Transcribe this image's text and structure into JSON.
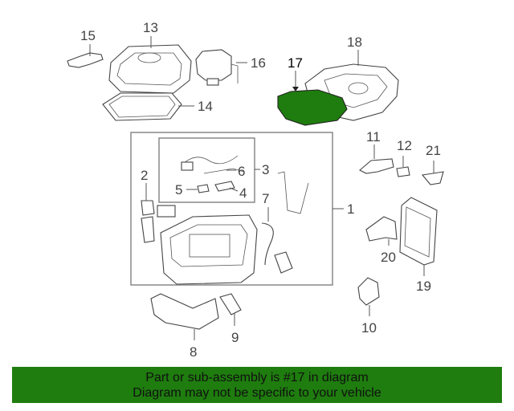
{
  "callouts": {
    "c1": "1",
    "c2": "2",
    "c3": "3",
    "c4": "4",
    "c5": "5",
    "c6": "6",
    "c7": "7",
    "c8": "8",
    "c9": "9",
    "c10": "10",
    "c11": "11",
    "c12": "12",
    "c13": "13",
    "c14": "14",
    "c15": "15",
    "c16": "16",
    "c17": "17",
    "c18": "18",
    "c19": "19",
    "c20": "20",
    "c21": "21"
  },
  "highlighted_part": "17",
  "colors": {
    "highlight": "#1e7d0e",
    "banner": "#1e7d0e"
  },
  "banner": {
    "line1": "Part or sub-assembly is #17 in diagram",
    "line2": "Diagram may not be specific to your vehicle"
  }
}
